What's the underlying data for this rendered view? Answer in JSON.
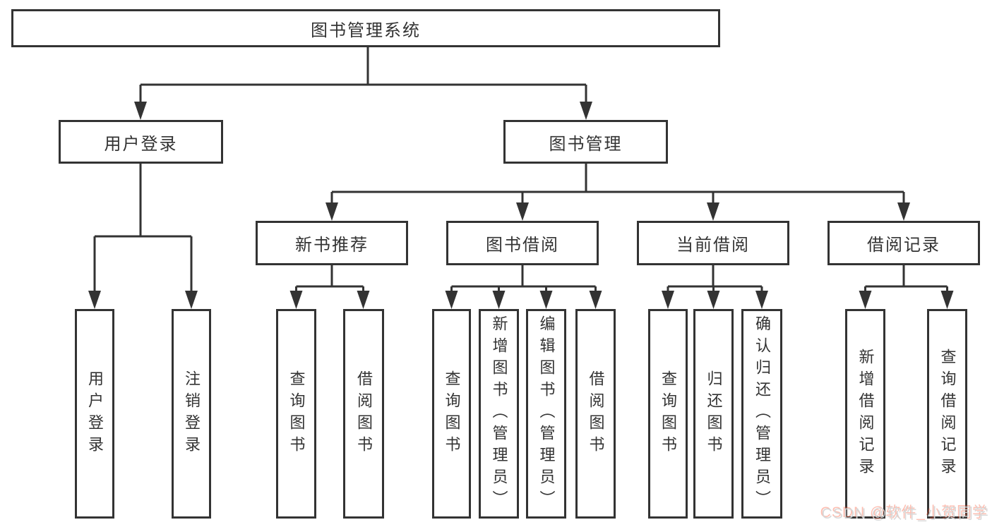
{
  "nodes": {
    "root": "图书管理系统",
    "level2": [
      "用户登录",
      "图书管理"
    ],
    "level3": [
      "新书推荐",
      "图书借阅",
      "当前借阅",
      "借阅记录"
    ],
    "leaves": {
      "login": [
        "用户登录",
        "注销登录"
      ],
      "recommend": [
        "查询图书",
        "借阅图书"
      ],
      "borrow": [
        "查询图书",
        "新增图书（管理员）",
        "编辑图书（管理员）",
        "借阅图书"
      ],
      "current": [
        "查询图书",
        "归还图书",
        "确认归还（管理员）"
      ],
      "records": [
        "新增借阅记录",
        "查询借阅记录"
      ]
    }
  },
  "watermark": "CSDN @软件_小贺同学",
  "colors": {
    "line": "#333333",
    "box_border": "#333333",
    "text": "#333333",
    "background": "#ffffff",
    "watermark_text": "#d6d6d6",
    "watermark_shadow": "#fc5531"
  }
}
